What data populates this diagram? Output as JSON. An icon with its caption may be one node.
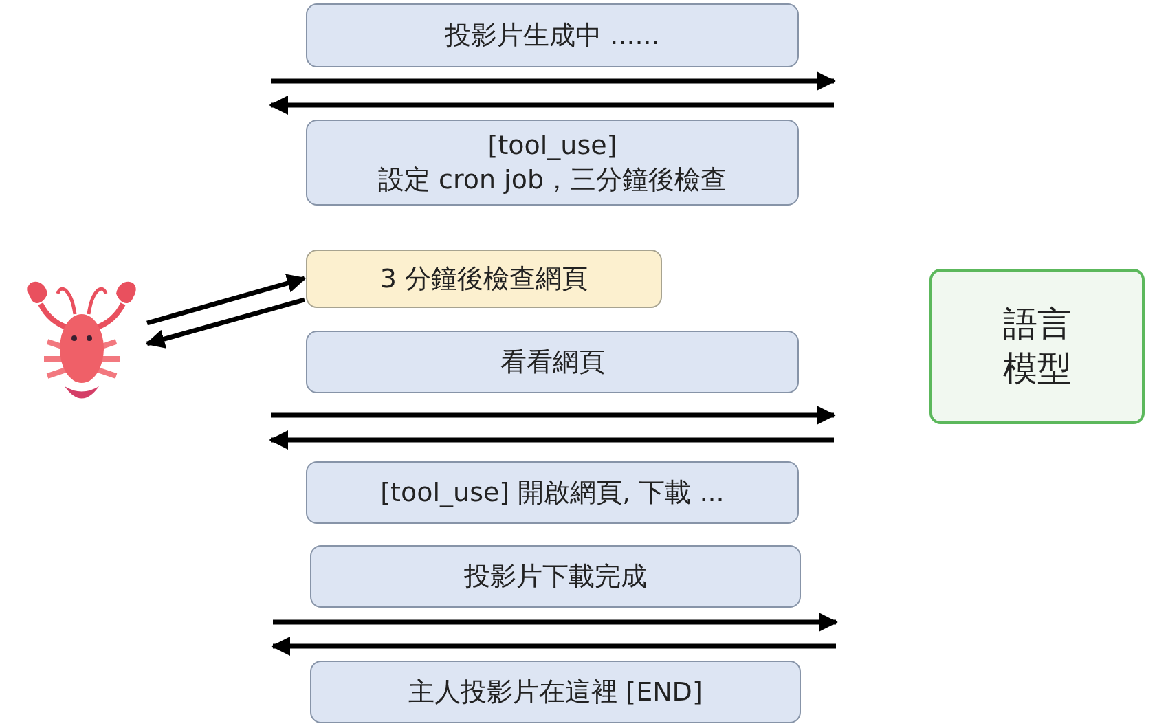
{
  "diagram": {
    "nodes": [
      {
        "text": [
          "投影片生成中 ......"
        ]
      },
      {
        "text": [
          "[tool_use]",
          "設定 cron job，三分鐘後檢查"
        ]
      },
      {
        "text": [
          "3 分鐘後檢查網頁"
        ]
      },
      {
        "text": [
          "看看網頁"
        ]
      },
      {
        "text": [
          "[tool_use] 開啟網頁, 下載 ..."
        ]
      },
      {
        "text": [
          "投影片下載完成"
        ]
      },
      {
        "text": [
          "主人投影片在這裡 [END]"
        ]
      },
      {
        "text": [
          "語言模型"
        ]
      },
      {
        "text": [],
        "shape": "picture"
      }
    ],
    "edges": [
      {
        "from": 8,
        "to": 2,
        "arrow": "to"
      },
      {
        "from": 2,
        "to": 8,
        "arrow": "to"
      }
    ]
  }
}
